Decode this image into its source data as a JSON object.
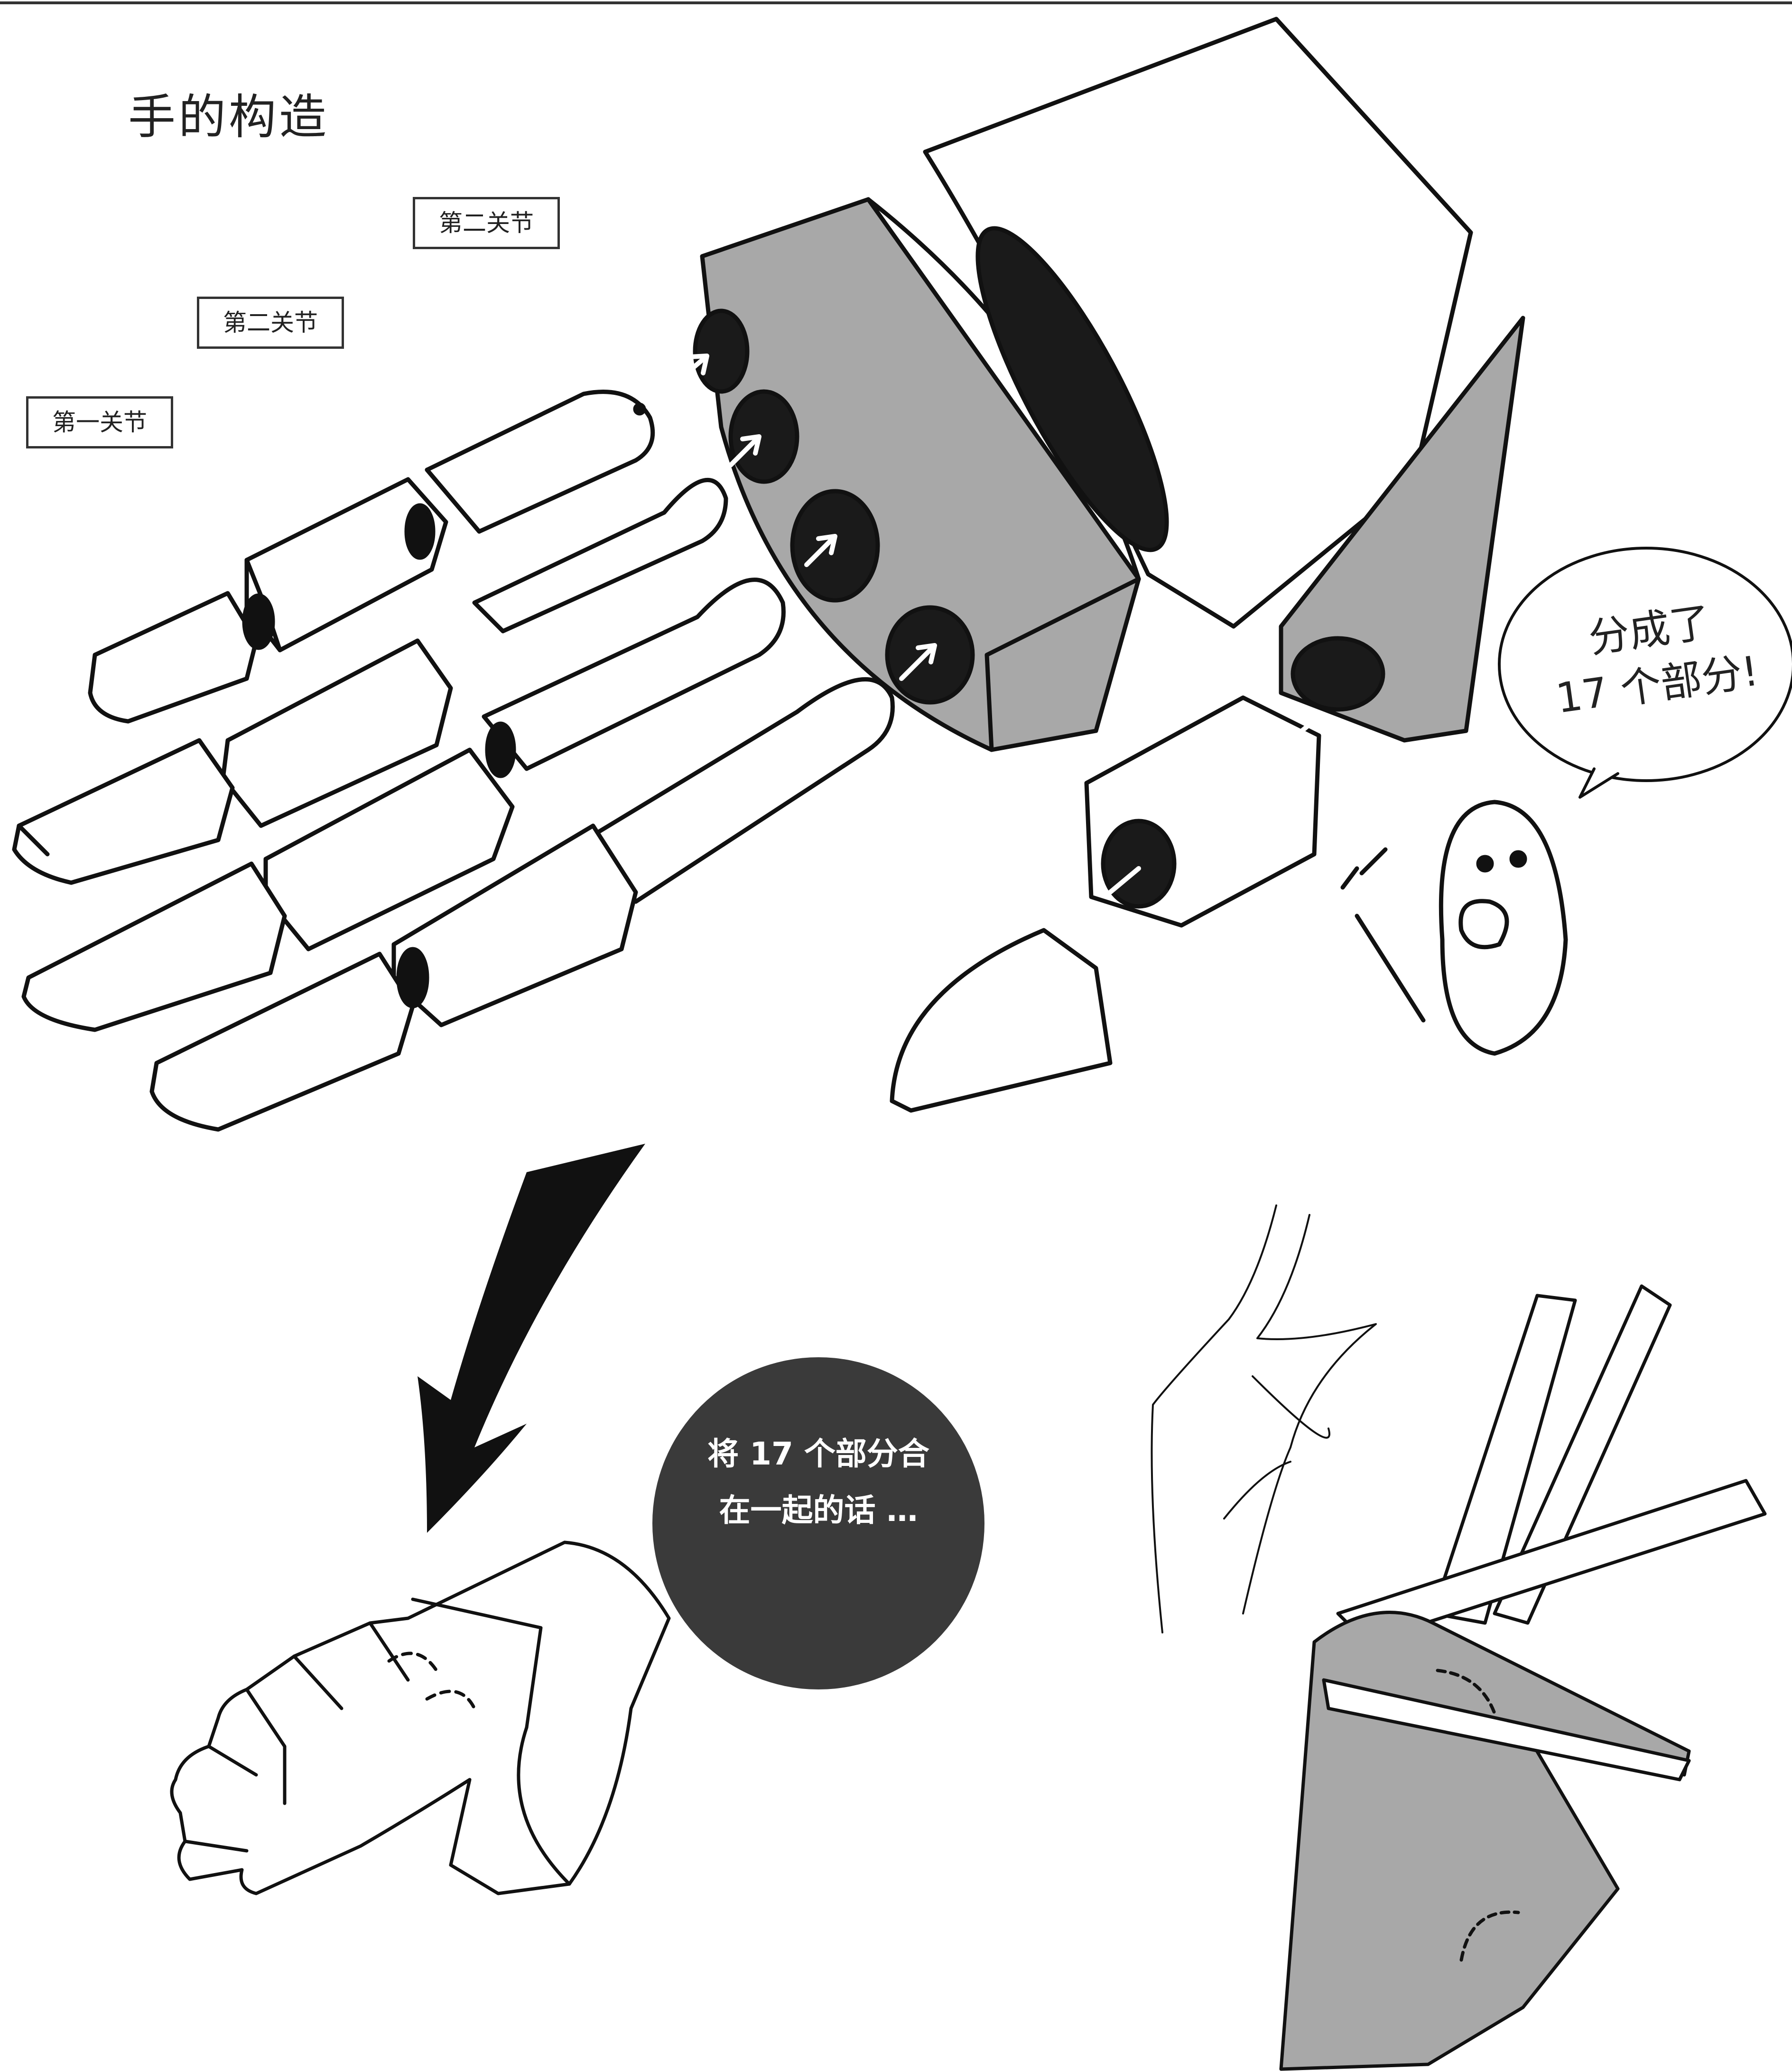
{
  "title": "手的构造",
  "labels": {
    "joint_first": "第一关节",
    "joint_second_a": "第二关节",
    "joint_second_b": "第二关节"
  },
  "speech_bubble": {
    "line1": "分成了",
    "line2": "17 个部分!"
  },
  "circle_caption": {
    "line1": "将 17 个部分合",
    "line2": "在一起的话 …"
  },
  "colors": {
    "ink": "#111111",
    "gray_fill": "#a8a8a8",
    "dark_circle": "#3a3a3a",
    "hole": "#1a1a1a",
    "paper": "#ffffff"
  }
}
